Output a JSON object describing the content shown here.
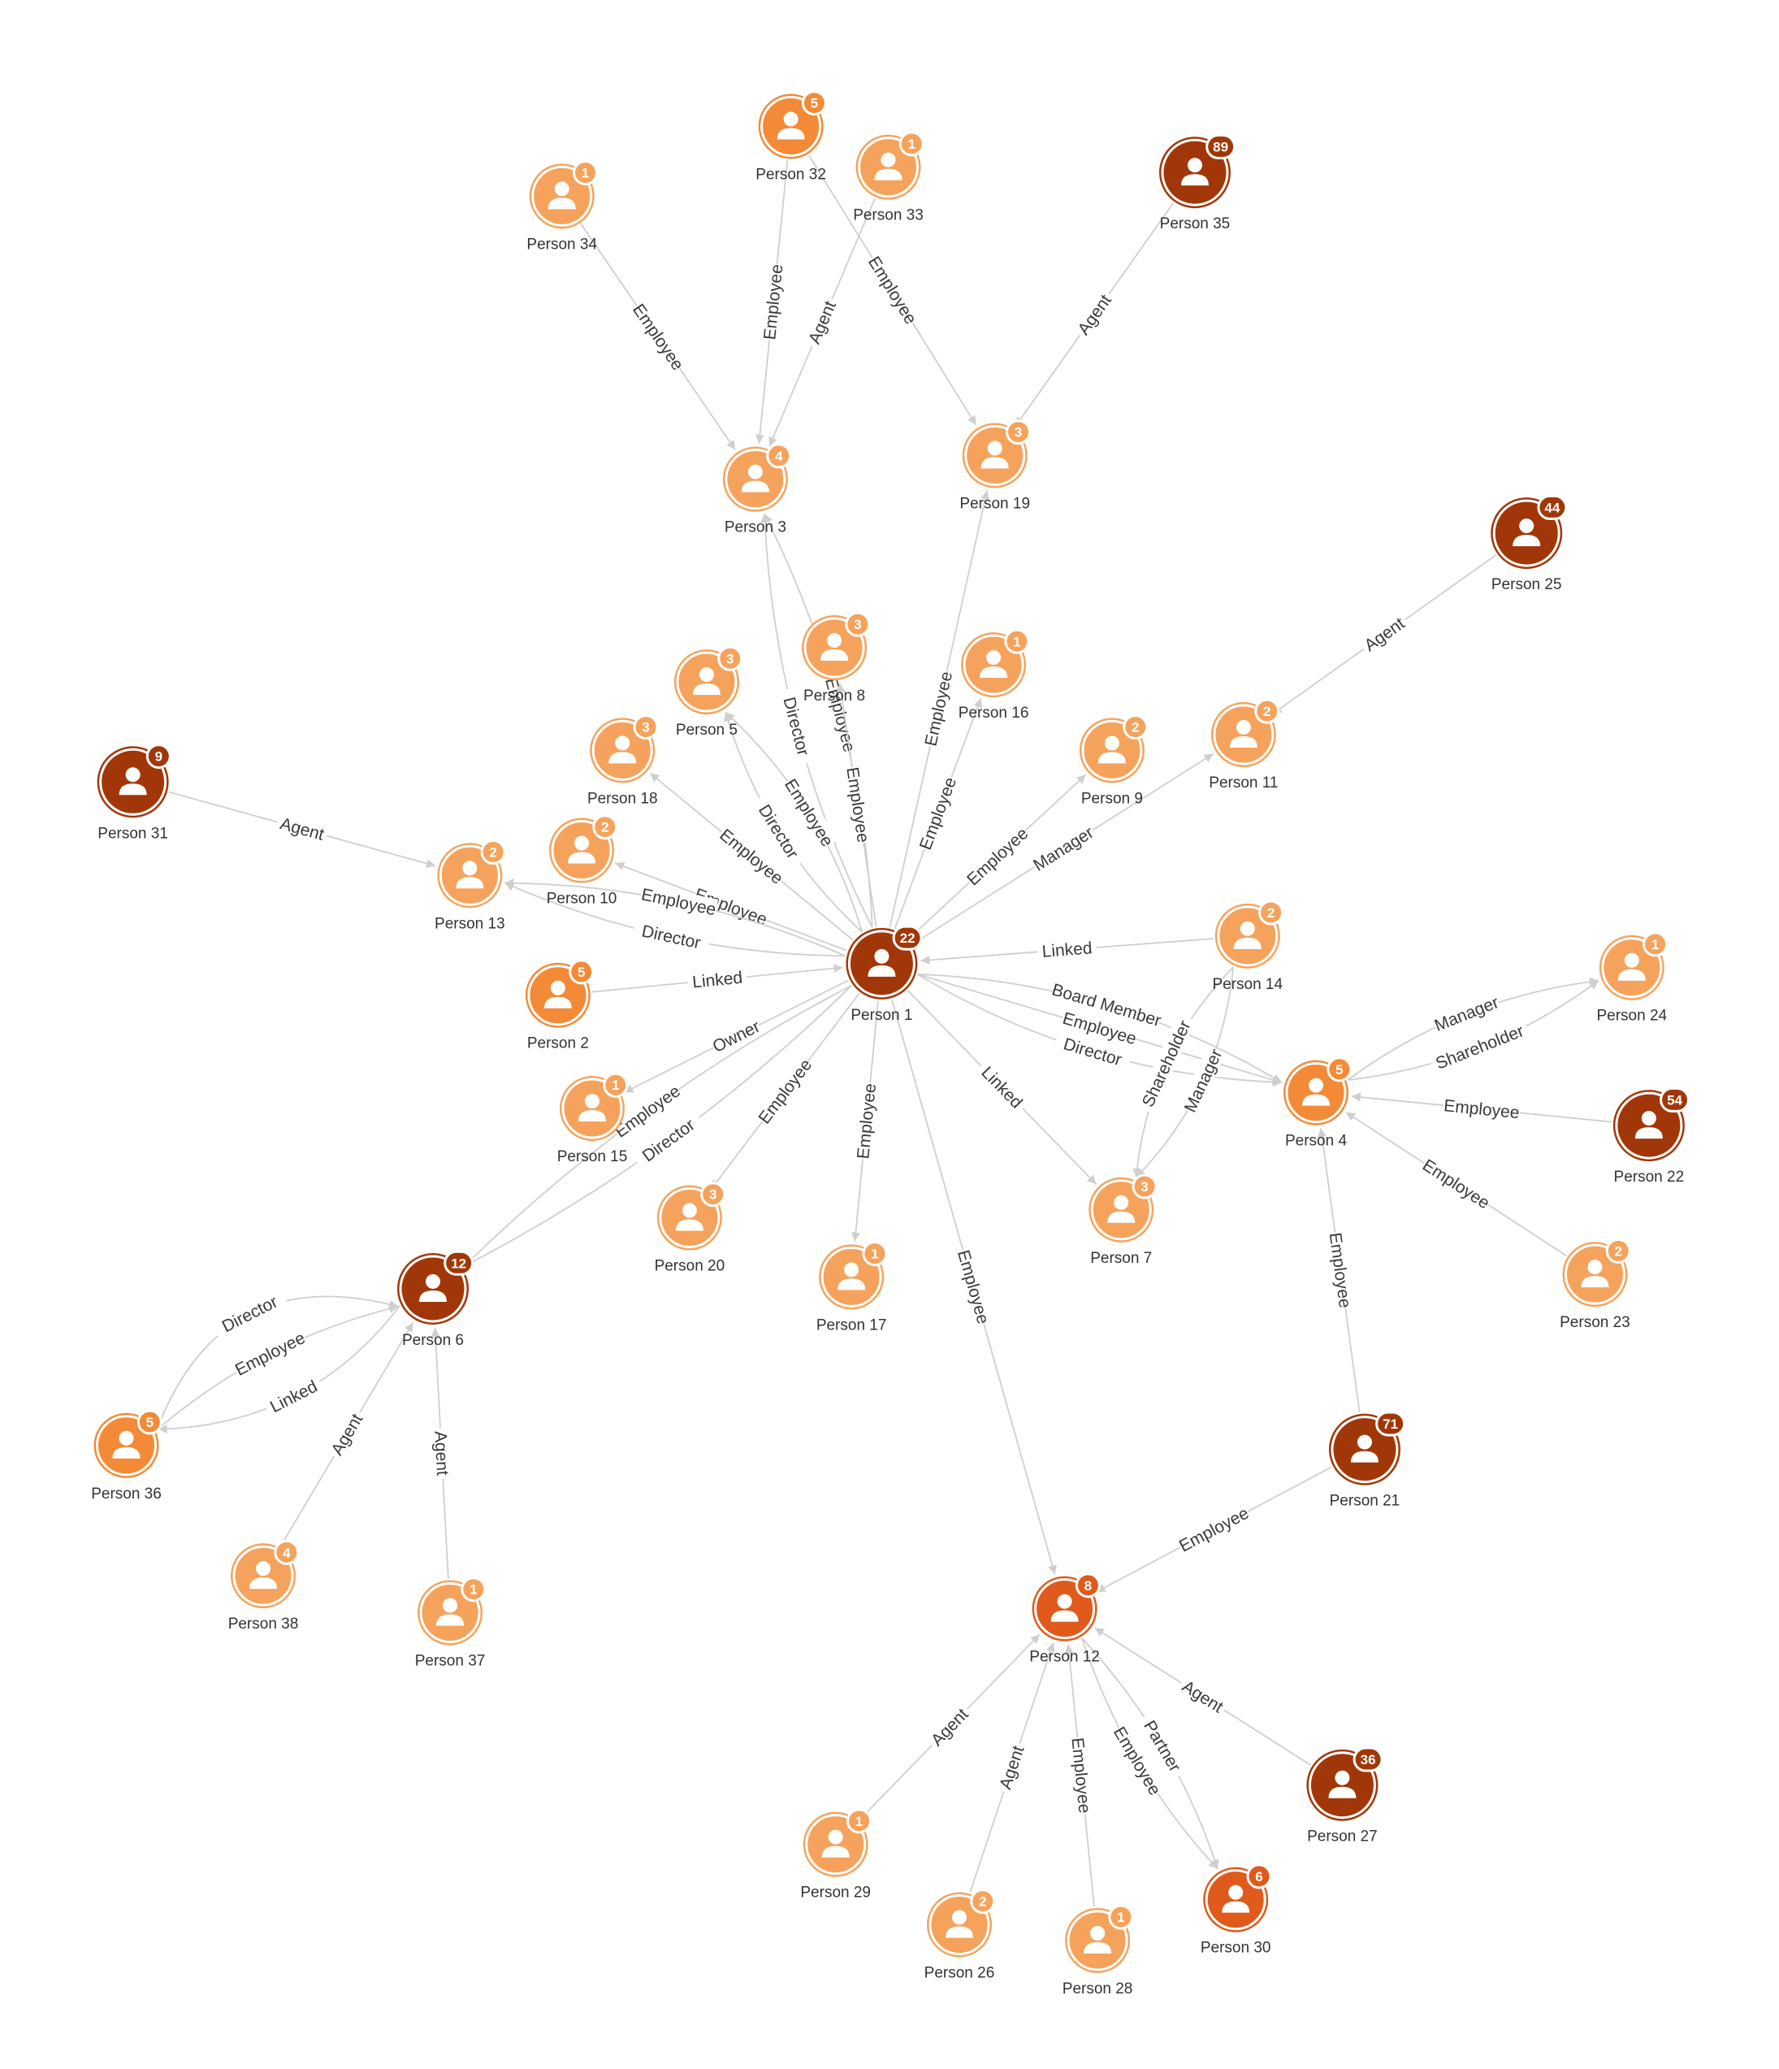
{
  "colors": {
    "light": "#f5a35c",
    "mid": "#f28a37",
    "strong": "#e05a1c",
    "dark": "#a13708",
    "edge": "#cfcfcf",
    "icon": "#ffffff"
  },
  "icon": "person-icon",
  "nodes": [
    {
      "id": "p1",
      "label": "Person 1",
      "count": "22",
      "tone": "dark"
    },
    {
      "id": "p2",
      "label": "Person 2",
      "count": "5",
      "tone": "mid"
    },
    {
      "id": "p3",
      "label": "Person 3",
      "count": "4",
      "tone": "light"
    },
    {
      "id": "p4",
      "label": "Person 4",
      "count": "5",
      "tone": "mid"
    },
    {
      "id": "p5",
      "label": "Person 5",
      "count": "3",
      "tone": "light"
    },
    {
      "id": "p6",
      "label": "Person 6",
      "count": "12",
      "tone": "dark"
    },
    {
      "id": "p7",
      "label": "Person 7",
      "count": "3",
      "tone": "light"
    },
    {
      "id": "p8",
      "label": "Person 8",
      "count": "3",
      "tone": "light"
    },
    {
      "id": "p9",
      "label": "Person 9",
      "count": "2",
      "tone": "light"
    },
    {
      "id": "p10",
      "label": "Person 10",
      "count": "2",
      "tone": "light"
    },
    {
      "id": "p11",
      "label": "Person 11",
      "count": "2",
      "tone": "light"
    },
    {
      "id": "p12",
      "label": "Person 12",
      "count": "8",
      "tone": "strong"
    },
    {
      "id": "p13",
      "label": "Person 13",
      "count": "2",
      "tone": "light"
    },
    {
      "id": "p14",
      "label": "Person 14",
      "count": "2",
      "tone": "light"
    },
    {
      "id": "p15",
      "label": "Person 15",
      "count": "1",
      "tone": "light"
    },
    {
      "id": "p16",
      "label": "Person 16",
      "count": "1",
      "tone": "light"
    },
    {
      "id": "p17",
      "label": "Person 17",
      "count": "1",
      "tone": "light"
    },
    {
      "id": "p18",
      "label": "Person 18",
      "count": "3",
      "tone": "light"
    },
    {
      "id": "p19",
      "label": "Person 19",
      "count": "3",
      "tone": "light"
    },
    {
      "id": "p20",
      "label": "Person 20",
      "count": "3",
      "tone": "light"
    },
    {
      "id": "p21",
      "label": "Person 21",
      "count": "71",
      "tone": "dark"
    },
    {
      "id": "p22",
      "label": "Person 22",
      "count": "54",
      "tone": "dark"
    },
    {
      "id": "p23",
      "label": "Person 23",
      "count": "2",
      "tone": "light"
    },
    {
      "id": "p24",
      "label": "Person 24",
      "count": "1",
      "tone": "light"
    },
    {
      "id": "p25",
      "label": "Person 25",
      "count": "44",
      "tone": "dark"
    },
    {
      "id": "p26",
      "label": "Person 26",
      "count": "2",
      "tone": "light"
    },
    {
      "id": "p27",
      "label": "Person 27",
      "count": "36",
      "tone": "dark"
    },
    {
      "id": "p28",
      "label": "Person 28",
      "count": "1",
      "tone": "light"
    },
    {
      "id": "p29",
      "label": "Person 29",
      "count": "1",
      "tone": "light"
    },
    {
      "id": "p30",
      "label": "Person 30",
      "count": "6",
      "tone": "strong"
    },
    {
      "id": "p31",
      "label": "Person 31",
      "count": "9",
      "tone": "dark"
    },
    {
      "id": "p32",
      "label": "Person 32",
      "count": "5",
      "tone": "mid"
    },
    {
      "id": "p33",
      "label": "Person 33",
      "count": "1",
      "tone": "light"
    },
    {
      "id": "p34",
      "label": "Person 34",
      "count": "1",
      "tone": "light"
    },
    {
      "id": "p35",
      "label": "Person 35",
      "count": "89",
      "tone": "dark"
    },
    {
      "id": "p36",
      "label": "Person 36",
      "count": "5",
      "tone": "mid"
    },
    {
      "id": "p37",
      "label": "Person 37",
      "count": "1",
      "tone": "light"
    },
    {
      "id": "p38",
      "label": "Person 38",
      "count": "4",
      "tone": "light"
    }
  ],
  "edges": [
    {
      "from": "p34",
      "to": "p3",
      "label": "Employee"
    },
    {
      "from": "p32",
      "to": "p3",
      "label": "Employee"
    },
    {
      "from": "p33",
      "to": "p3",
      "label": "Agent"
    },
    {
      "from": "p32",
      "to": "p19",
      "label": "Employee"
    },
    {
      "from": "p35",
      "to": "p19",
      "label": "Agent"
    },
    {
      "from": "p25",
      "to": "p11",
      "label": "Agent"
    },
    {
      "from": "p1",
      "to": "p3",
      "label": "Employee"
    },
    {
      "from": "p1",
      "to": "p3",
      "label": "Director"
    },
    {
      "from": "p1",
      "to": "p8",
      "label": "Employee"
    },
    {
      "from": "p1",
      "to": "p19",
      "label": "Employee"
    },
    {
      "from": "p1",
      "to": "p16",
      "label": "Employee"
    },
    {
      "from": "p1",
      "to": "p5",
      "label": "Director"
    },
    {
      "from": "p1",
      "to": "p5",
      "label": "Employee"
    },
    {
      "from": "p1",
      "to": "p18",
      "label": "Employee"
    },
    {
      "from": "p1",
      "to": "p10",
      "label": "Employee"
    },
    {
      "from": "p1",
      "to": "p13",
      "label": "Director"
    },
    {
      "from": "p1",
      "to": "p13",
      "label": "Employee"
    },
    {
      "from": "p31",
      "to": "p13",
      "label": "Agent"
    },
    {
      "from": "p2",
      "to": "p1",
      "label": "Linked"
    },
    {
      "from": "p1",
      "to": "p9",
      "label": "Employee"
    },
    {
      "from": "p1",
      "to": "p11",
      "label": "Manager"
    },
    {
      "from": "p14",
      "to": "p1",
      "label": "Linked"
    },
    {
      "from": "p1",
      "to": "p4",
      "label": "Board Member"
    },
    {
      "from": "p1",
      "to": "p4",
      "label": "Employee"
    },
    {
      "from": "p1",
      "to": "p4",
      "label": "Director"
    },
    {
      "from": "p1",
      "to": "p7",
      "label": "Linked"
    },
    {
      "from": "p14",
      "to": "p7",
      "label": "Manager"
    },
    {
      "from": "p14",
      "to": "p7",
      "label": "Shareholder"
    },
    {
      "from": "p1",
      "to": "p15",
      "label": "Owner"
    },
    {
      "from": "p1",
      "to": "p6",
      "label": "Director"
    },
    {
      "from": "p1",
      "to": "p6",
      "label": "Employee"
    },
    {
      "from": "p1",
      "to": "p20",
      "label": "Employee"
    },
    {
      "from": "p1",
      "to": "p17",
      "label": "Employee"
    },
    {
      "from": "p1",
      "to": "p12",
      "label": "Employee"
    },
    {
      "from": "p4",
      "to": "p24",
      "label": "Manager"
    },
    {
      "from": "p4",
      "to": "p24",
      "label": "Shareholder"
    },
    {
      "from": "p22",
      "to": "p4",
      "label": "Employee"
    },
    {
      "from": "p23",
      "to": "p4",
      "label": "Employee"
    },
    {
      "from": "p21",
      "to": "p4",
      "label": "Employee"
    },
    {
      "from": "p21",
      "to": "p12",
      "label": "Employee"
    },
    {
      "from": "p36",
      "to": "p6",
      "label": "Director"
    },
    {
      "from": "p36",
      "to": "p6",
      "label": "Employee"
    },
    {
      "from": "p6",
      "to": "p36",
      "label": "Linked"
    },
    {
      "from": "p38",
      "to": "p6",
      "label": "Agent"
    },
    {
      "from": "p37",
      "to": "p6",
      "label": "Agent"
    },
    {
      "from": "p29",
      "to": "p12",
      "label": "Agent"
    },
    {
      "from": "p26",
      "to": "p12",
      "label": "Agent"
    },
    {
      "from": "p28",
      "to": "p12",
      "label": "Employee"
    },
    {
      "from": "p12",
      "to": "p30",
      "label": "Employee"
    },
    {
      "from": "p12",
      "to": "p30",
      "label": "Partner"
    },
    {
      "from": "p27",
      "to": "p12",
      "label": "Agent"
    }
  ]
}
